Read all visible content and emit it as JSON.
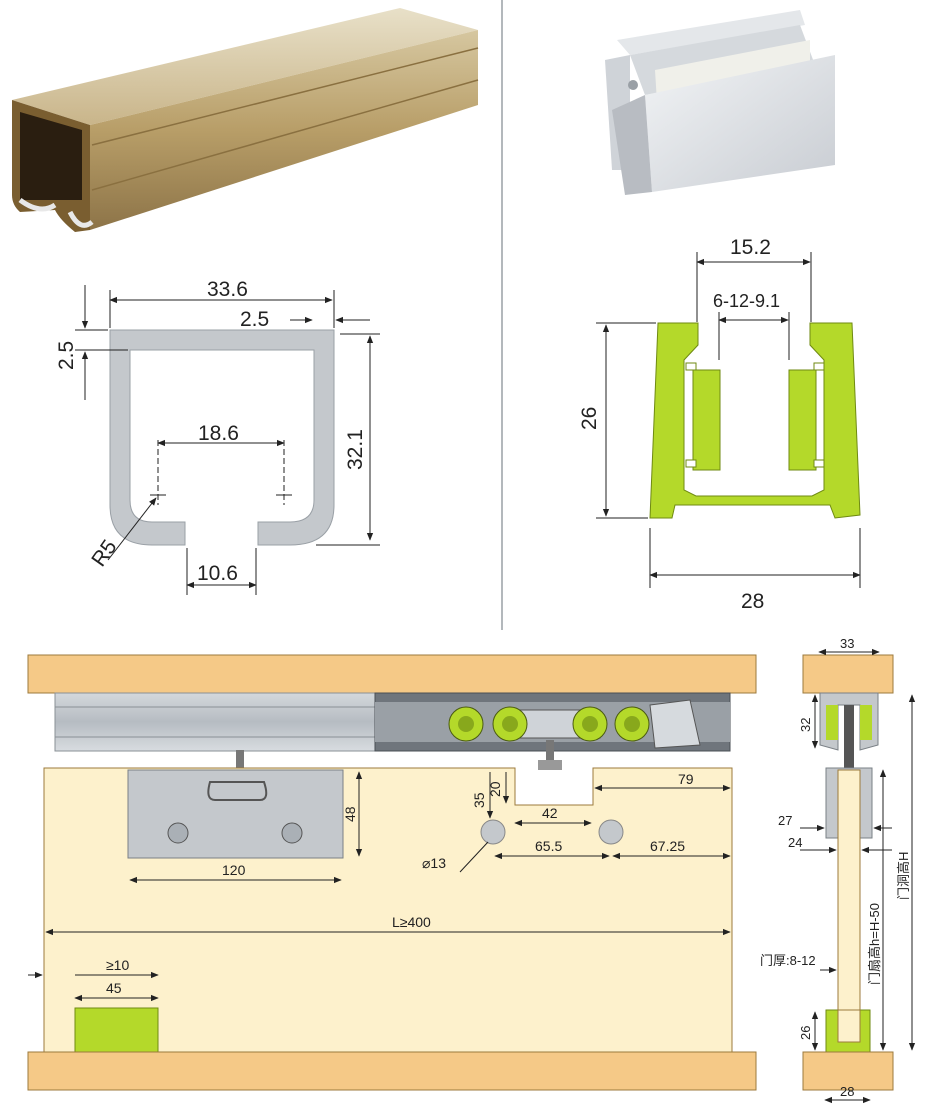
{
  "track_profile": {
    "width": "33.6",
    "wall": "2.5",
    "wall_left": "2.5",
    "height": "32.1",
    "slot_center": "18.6",
    "radius": "R5",
    "opening": "10.6"
  },
  "guide_profile": {
    "outer_top": "15.2",
    "inner": "6-12-9.1",
    "height": "26",
    "width": "28"
  },
  "assembly": {
    "clamp_width": "120",
    "clamp_height": "48",
    "hole_from_top": "35",
    "notch_depth": "20",
    "notch_width": "42",
    "right_offset": "79",
    "hole_spacing": "65.5",
    "hole_right": "67.25",
    "hole_dia": "⌀13",
    "length": "L≥400",
    "guide_gap": "≥10",
    "guide_width": "45"
  },
  "side_view": {
    "top_width": "33",
    "top_height": "32",
    "dim_27": "27",
    "dim_24": "24",
    "door_height": "门扇高h=H-50",
    "opening_height": "门洞高H",
    "door_thickness": "门厚:8-12",
    "bottom_height": "26",
    "bottom_width": "28"
  },
  "colors": {
    "wood": "#f5c987",
    "door": "#fdf1cc",
    "lime": "#b4d92a",
    "aluminum": "#c4c8cc",
    "bronze": "#a88a55"
  }
}
